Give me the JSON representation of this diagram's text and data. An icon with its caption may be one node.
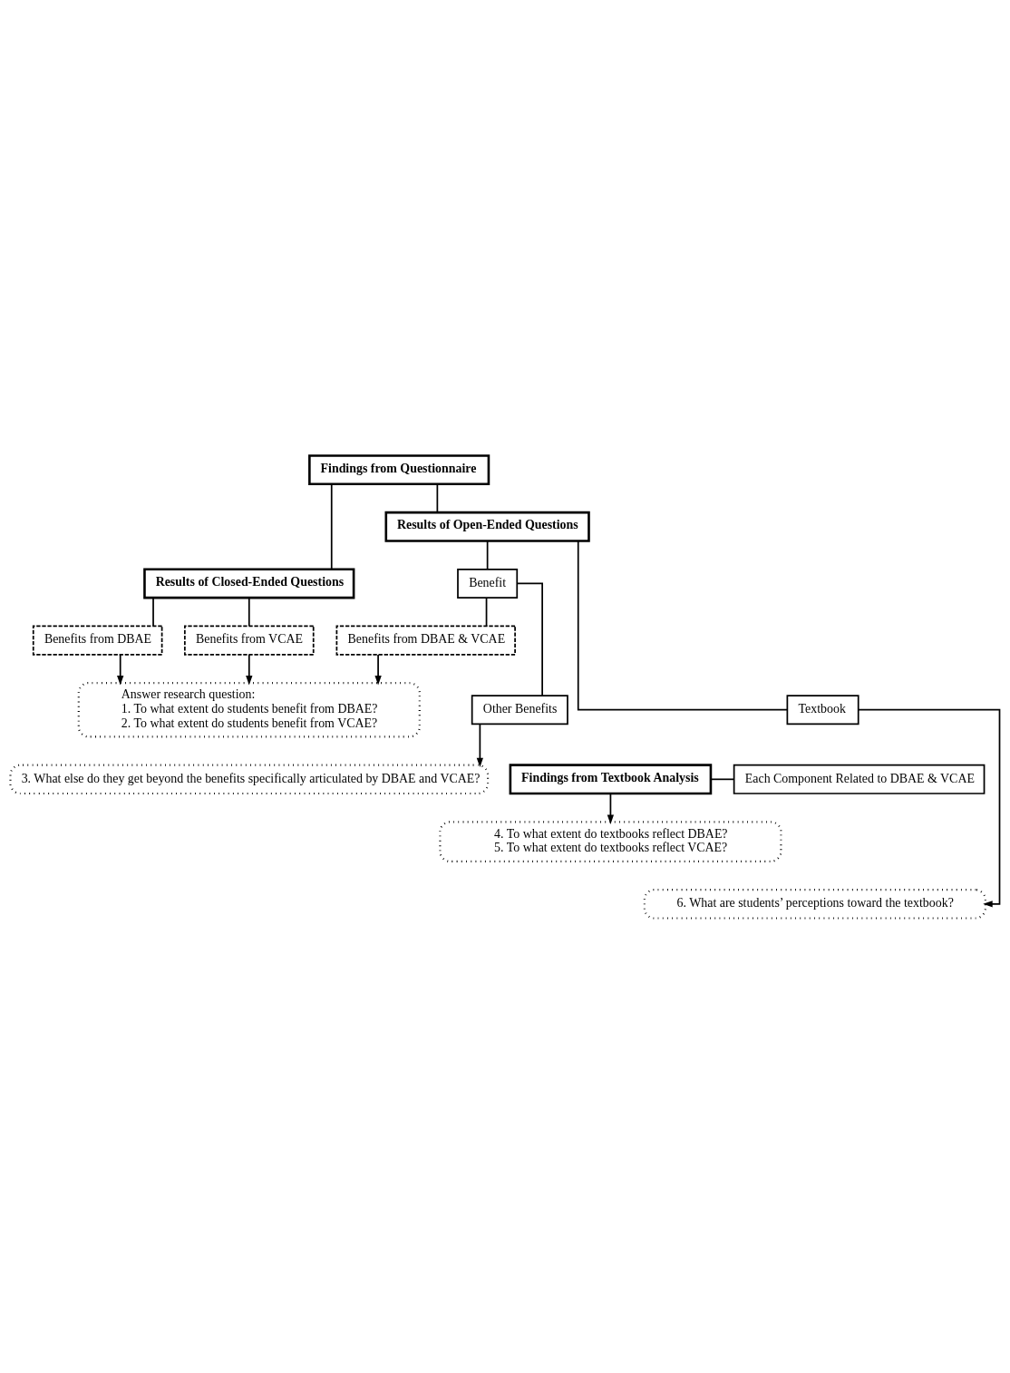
{
  "diagram": {
    "nodes": [
      {
        "text": [
          "Findings from Questionnaire"
        ]
      },
      {
        "text": [
          "Results of Closed-Ended Questions"
        ]
      },
      {
        "text": [
          "Results of Open-Ended Questions"
        ]
      },
      {
        "text": [
          "Benefit"
        ]
      },
      {
        "text": [
          "Textbook"
        ]
      },
      {
        "text": [
          "Benefits from DBAE"
        ]
      },
      {
        "text": [
          "Benefits from VCAE"
        ]
      },
      {
        "text": [
          "Benefits from DBAE & VCAE"
        ]
      },
      {
        "text": [
          "Other Benefits"
        ]
      },
      {
        "text": [
          "Answer research question:",
          "1. To what extent do students benefit from DBAE?",
          "2. To what extent do students benefit from VCAE?"
        ]
      },
      {
        "text": [
          "3. What else do they get beyond the benefits specifically articulated by DBAE and VCAE?"
        ]
      },
      {
        "text": [
          "4. To what extent do textbooks reflect DBAE?",
          "5. To what extent do textbooks reflect VCAE?"
        ]
      },
      {
        "text": [
          "6. What are students’ perceptions toward the textbook?"
        ]
      },
      {
        "text": [
          "Findings from Textbook Analysis"
        ]
      },
      {
        "text": [
          "Each Component Related to DBAE & VCAE"
        ]
      }
    ],
    "edges": [
      {
        "from": 0,
        "to": 1,
        "arrow": "none"
      },
      {
        "from": 0,
        "to": 2,
        "arrow": "none"
      },
      {
        "from": 1,
        "to": 5,
        "arrow": "none"
      },
      {
        "from": 1,
        "to": 6,
        "arrow": "none"
      },
      {
        "from": 2,
        "to": 3,
        "arrow": "none"
      },
      {
        "from": 2,
        "to": 4,
        "arrow": "none"
      },
      {
        "from": 3,
        "to": 7,
        "arrow": "none"
      },
      {
        "from": 3,
        "to": 8,
        "arrow": "none"
      },
      {
        "from": 5,
        "to": 9,
        "arrow": "to"
      },
      {
        "from": 6,
        "to": 9,
        "arrow": "to"
      },
      {
        "from": 7,
        "to": 9,
        "arrow": "to"
      },
      {
        "from": 8,
        "to": 10,
        "arrow": "to"
      },
      {
        "from": 4,
        "to": 12,
        "arrow": "to"
      },
      {
        "from": 13,
        "to": 11,
        "arrow": "to"
      },
      {
        "from": 13,
        "to": 14,
        "arrow": "none"
      }
    ]
  }
}
